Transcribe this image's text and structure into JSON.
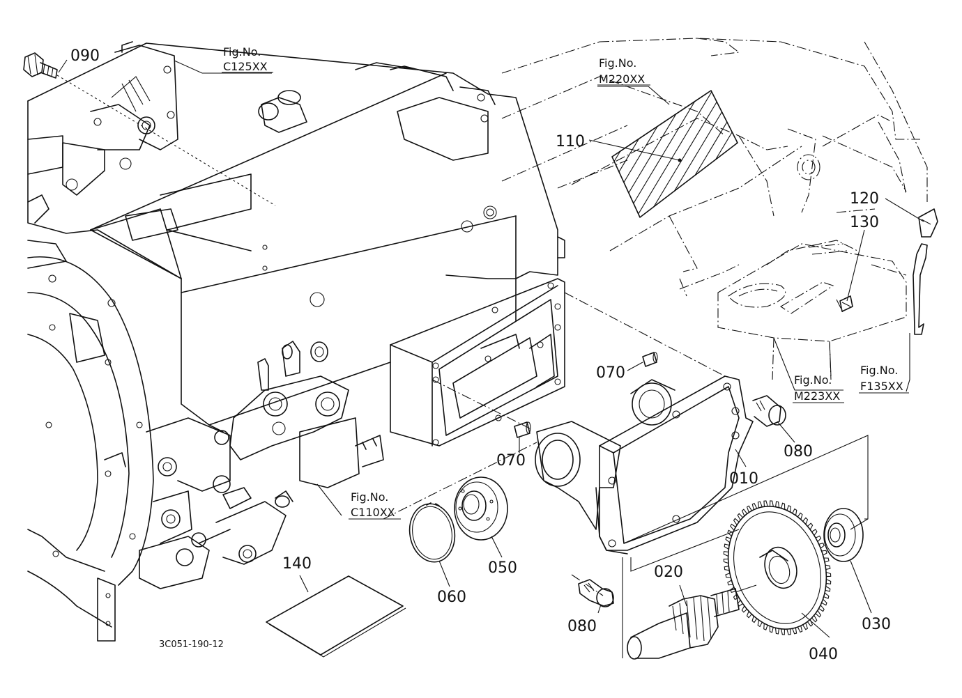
{
  "part_labels": {
    "p010": "010",
    "p020": "020",
    "p030": "030",
    "p040": "040",
    "p050": "050",
    "p060": "060",
    "p070a": "070",
    "p070b": "070",
    "p080a": "080",
    "p080b": "080",
    "p090": "090",
    "p110": "110",
    "p120": "120",
    "p130": "130",
    "p140": "140"
  },
  "figure_refs": {
    "c125": {
      "label": "Fig.No.",
      "code": "C125XX"
    },
    "m220": {
      "label": "Fig.No.",
      "code": "M220XX"
    },
    "c110": {
      "label": "Fig.No.",
      "code": "C110XX"
    },
    "m223": {
      "label": "Fig.No.",
      "code": "M223XX"
    },
    "f135": {
      "label": "Fig.No.",
      "code": "F135XX"
    }
  },
  "diagram_code": "3C051-190-12"
}
